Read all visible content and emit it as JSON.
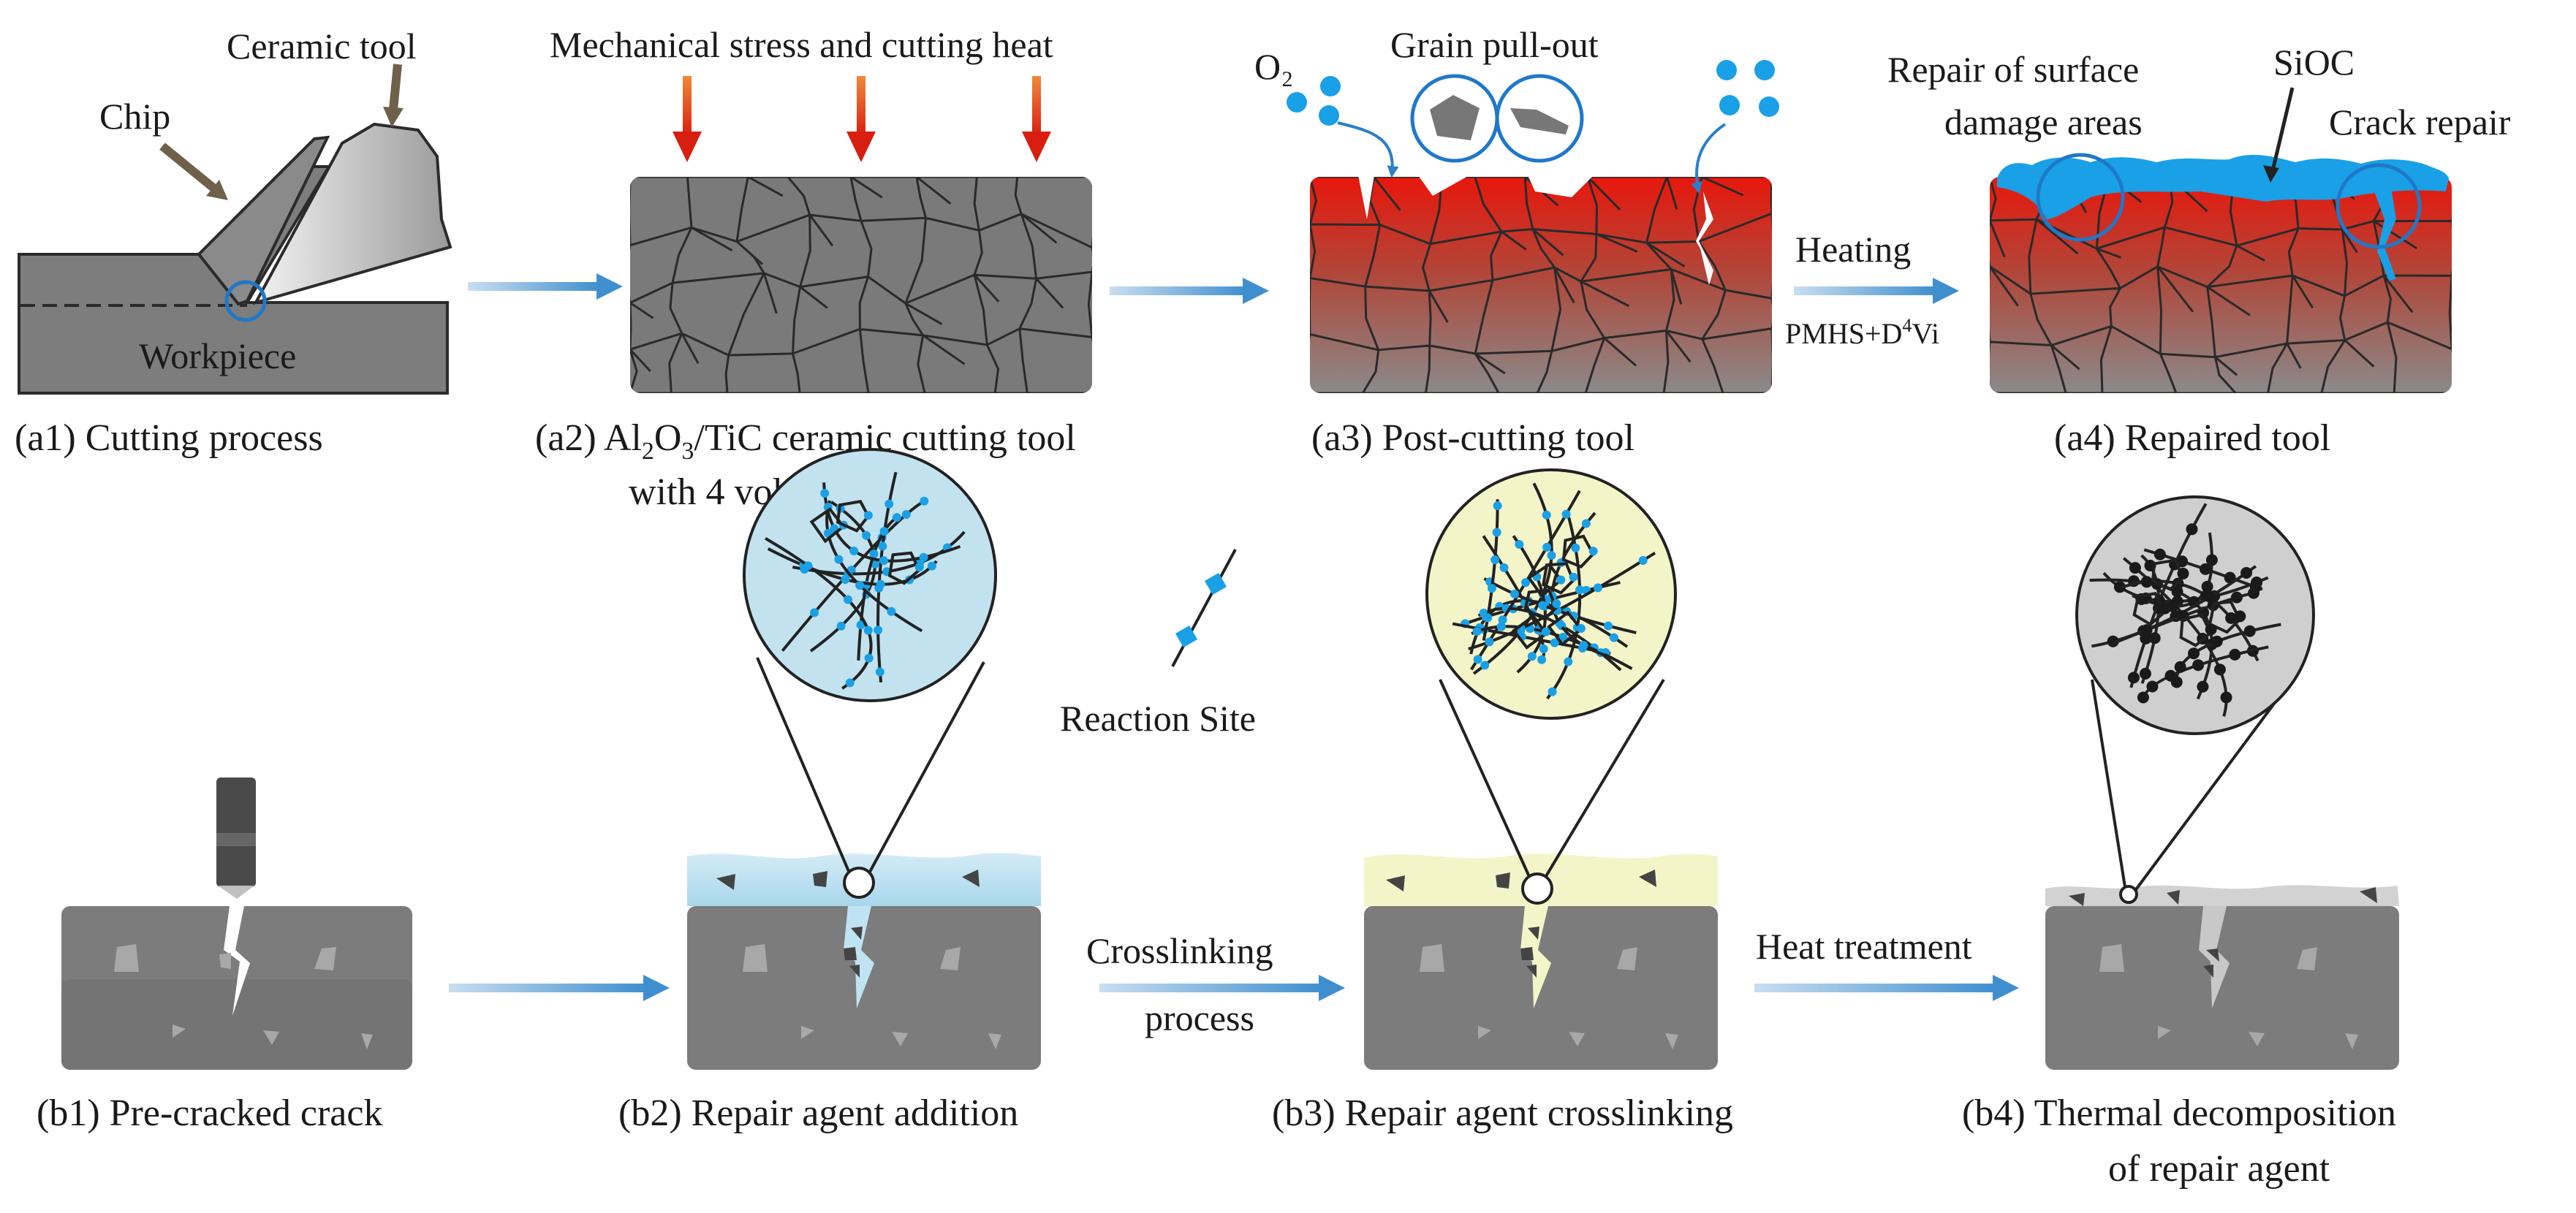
{
  "colors": {
    "tool_gray": "#7a7a7a",
    "grain_line": "#2a2a2a",
    "hot_red": "#e02a1a",
    "flow_arrow": "#3f8fcf",
    "repair_blue": "#1aa0e6",
    "agent_light_blue": "#bfe3f2",
    "agent_light_yellow": "#f3f4c8",
    "decomposed_gray": "#d0d0d0",
    "stress_arrow": "#e0401a"
  },
  "panel_a1": {
    "caption": "(a1) Cutting process",
    "chip_label": "Chip",
    "tool_label": "Ceramic tool",
    "workpiece_label": "Workpiece"
  },
  "panel_a2": {
    "title": "Mechanical stress and cutting heat",
    "caption_l1_a": "(a2) Al",
    "caption_l1_sub1": "2",
    "caption_l1_b": "O",
    "caption_l1_sub2": "3",
    "caption_l1_c": "/TiC ceramic cutting tool",
    "caption_l2": "with 4 vol.% NiMo"
  },
  "panel_a3": {
    "o2_label": "O₂",
    "pullout_label": "Grain pull-out",
    "caption": "(a3) Post-cutting tool"
  },
  "step_a3_a4": {
    "top_label": "Heating",
    "bottom_a": "PMHS+D",
    "bottom_sup": "4",
    "bottom_b": "Vi"
  },
  "panel_a4": {
    "repair_l1": "Repair of surface",
    "repair_l2": "damage areas",
    "sioc_label": "SiOC",
    "crack_label": "Crack repair",
    "caption": "(a4) Repaired tool"
  },
  "panel_b1": {
    "caption": "(b1) Pre-cracked crack"
  },
  "panel_b2": {
    "caption": "(b2) Repair agent addition"
  },
  "legend": {
    "reaction_site": "Reaction Site"
  },
  "step_b2_b3": {
    "label_l1": "Crosslinking",
    "label_l2": "process"
  },
  "panel_b3": {
    "caption": "(b3) Repair agent crosslinking"
  },
  "step_b3_b4": {
    "label": "Heat treatment"
  },
  "panel_b4": {
    "caption_l1": "(b4) Thermal decomposition",
    "caption_l2": "of repair agent"
  }
}
